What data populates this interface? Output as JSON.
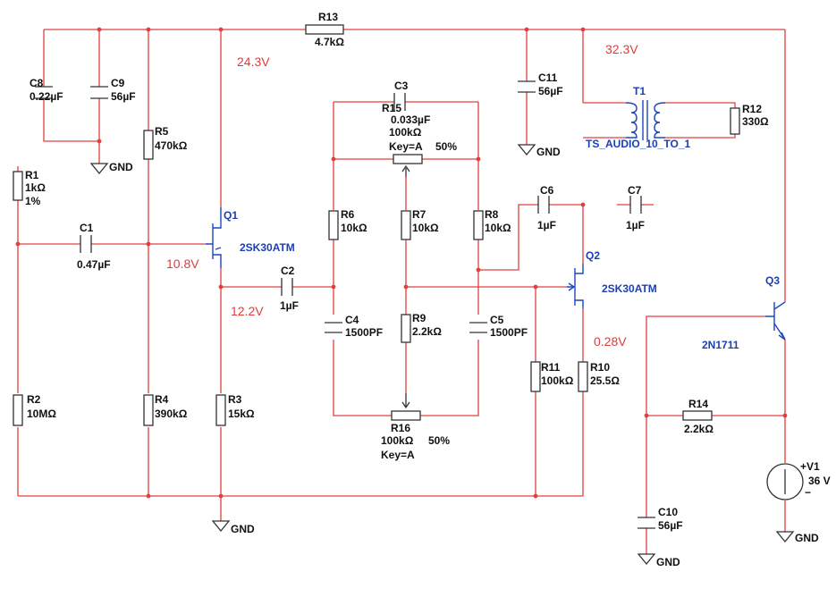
{
  "resistors": {
    "R1": {
      "name": "R1",
      "value": "1kΩ",
      "extra": "1%"
    },
    "R2": {
      "name": "R2",
      "value": "10MΩ"
    },
    "R3": {
      "name": "R3",
      "value": "15kΩ"
    },
    "R4": {
      "name": "R4",
      "value": "390kΩ"
    },
    "R5": {
      "name": "R5",
      "value": "470kΩ"
    },
    "R6": {
      "name": "R6",
      "value": "10kΩ"
    },
    "R7": {
      "name": "R7",
      "value": "10kΩ"
    },
    "R8": {
      "name": "R8",
      "value": "10kΩ"
    },
    "R9": {
      "name": "R9",
      "value": "2.2kΩ"
    },
    "R10": {
      "name": "R10",
      "value": "25.5Ω"
    },
    "R11": {
      "name": "R11",
      "value": "100kΩ"
    },
    "R12": {
      "name": "R12",
      "value": "330Ω"
    },
    "R13": {
      "name": "R13",
      "value": "4.7kΩ"
    },
    "R14": {
      "name": "R14",
      "value": "2.2kΩ"
    }
  },
  "potentiometers": {
    "R15": {
      "name": "R15",
      "value": "100kΩ",
      "key": "Key=A",
      "percent": "50%"
    },
    "R16": {
      "name": "R16",
      "value": "100kΩ",
      "key": "Key=A",
      "percent": "50%"
    }
  },
  "capacitors": {
    "C1": {
      "name": "C1",
      "value": "0.47µF"
    },
    "C2": {
      "name": "C2",
      "value": "1µF"
    },
    "C3": {
      "name": "C3",
      "value": "0.033µF"
    },
    "C4": {
      "name": "C4",
      "value": "1500PF"
    },
    "C5": {
      "name": "C5",
      "value": "1500PF"
    },
    "C6": {
      "name": "C6",
      "value": "1µF"
    },
    "C7": {
      "name": "C7",
      "value": "1µF"
    },
    "C8": {
      "name": "C8",
      "value": "0.22µF"
    },
    "C9": {
      "name": "C9",
      "value": "56µF"
    },
    "C10": {
      "name": "C10",
      "value": "56µF"
    },
    "C11": {
      "name": "C11",
      "value": "56µF"
    }
  },
  "transistors": {
    "Q1": {
      "name": "Q1",
      "part": "2SK30ATM"
    },
    "Q2": {
      "name": "Q2",
      "part": "2SK30ATM"
    },
    "Q3": {
      "name": "Q3",
      "part": "2N1711"
    }
  },
  "transformer": {
    "name": "T1",
    "part": "TS_AUDIO_10_TO_1"
  },
  "source": {
    "name": "+V1",
    "value": "36 V",
    "plus": "+",
    "minus": "−"
  },
  "ground_label": "GND",
  "voltages": {
    "v1": "24.3V",
    "v2": "32.3V",
    "v3": "10.8V",
    "v4": "12.2V",
    "v5": "0.28V"
  },
  "colors": {
    "wire": "#e04040",
    "component": "#333333",
    "transistor": "#1c46c0",
    "voltage_text": "#e03b3b"
  }
}
